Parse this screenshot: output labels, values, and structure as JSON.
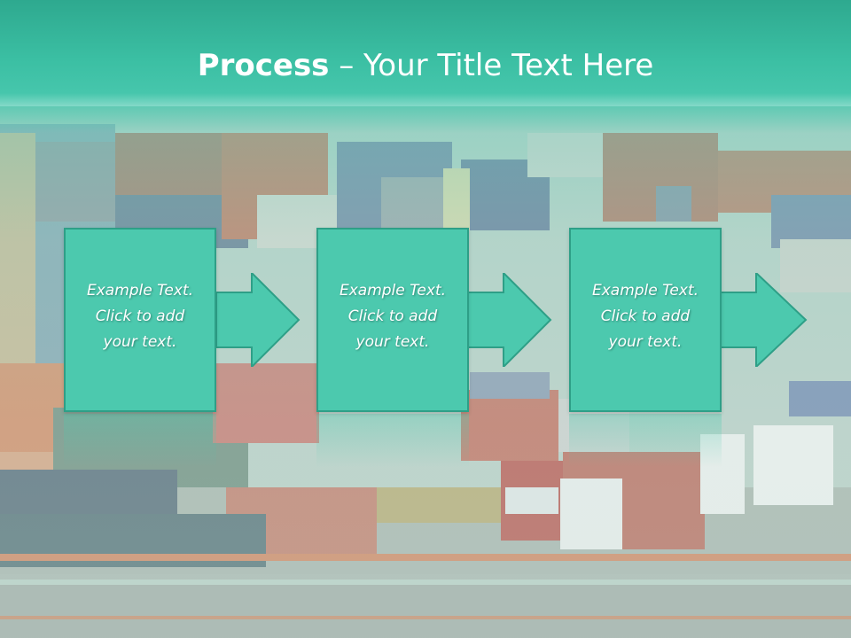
{
  "slide": {
    "title_bold": "Process",
    "title_rest": " – Your Title Text Here"
  },
  "steps": [
    {
      "text": "Example Text.\nClick  to add\nyour text."
    },
    {
      "text": "Example Text.\nClick  to add\nyour text."
    },
    {
      "text": "Example Text.\nClick  to add\nyour text."
    }
  ],
  "colors": {
    "header": "#3bbfa3",
    "box_fill": "#4cc9ae",
    "box_border": "#2e9f87",
    "text": "#ffffff"
  },
  "background": {
    "image": "container-yard-photo"
  }
}
